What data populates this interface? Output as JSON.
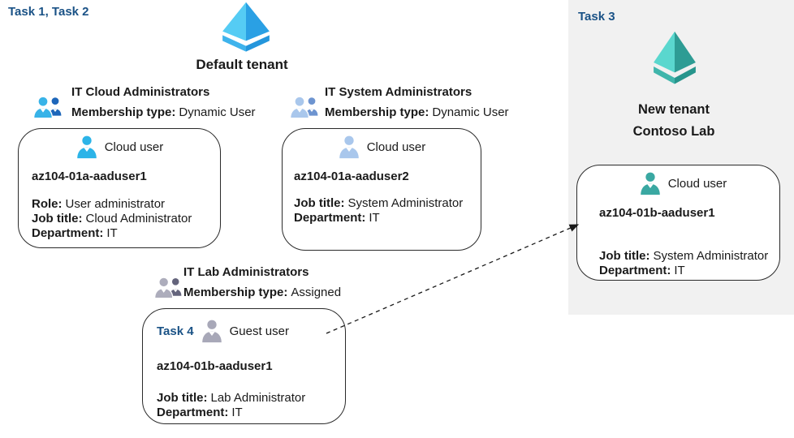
{
  "colors": {
    "text": "#1a1a1a",
    "task-blue": "#1a5286",
    "panel-bg": "#f1f1f1",
    "card-border": "#2a2a2a",
    "arrow": "#1a1a1a",
    "tenant-blue-left": "#55ccf4",
    "tenant-blue-right": "#2aa0e4",
    "tenant-blue-rim-l": "#3eb3ec",
    "tenant-blue-rim-r": "#2496dc",
    "tenant-teal-left": "#5ad7ce",
    "tenant-teal-right": "#2e9c94",
    "tenant-teal-rim-l": "#40b5ab",
    "tenant-teal-rim-r": "#27958c",
    "group-cloud-front": "#38b3e8",
    "group-cloud-back": "#1d66ba",
    "group-system-front": "#a9c7ec",
    "group-system-back": "#6d94d0",
    "group-lab-front": "#adadbc",
    "group-lab-back": "#64647c",
    "user-cloud1": "#2cb4e8",
    "user-cloud2": "#a9c7ec",
    "user-guest": "#a8a8b8",
    "user-teal": "#3aa8a2"
  },
  "icons": {
    "tenant_blue": "azure-tenant-diamond-blue",
    "tenant_teal": "azure-tenant-diamond-teal",
    "group": "two-person-group",
    "user": "single-person-silhouette",
    "arrow": "dashed-arrow-guest-invitation"
  },
  "left": {
    "task_label": "Task 1, Task 2",
    "tenant_title": "Default tenant",
    "groups": [
      {
        "name": "IT Cloud Administrators",
        "membership_label": "Membership type:",
        "membership_value": "Dynamic User"
      },
      {
        "name": "IT System Administrators",
        "membership_label": "Membership type:",
        "membership_value": "Dynamic User"
      },
      {
        "name": "IT Lab Administrators",
        "membership_label": "Membership type:",
        "membership_value": "Assigned"
      }
    ],
    "cards": [
      {
        "user_type": "Cloud user",
        "name": "az104-01a-aaduser1",
        "attrs": [
          {
            "label": "Role:",
            "value": "User administrator"
          },
          {
            "label": "Job title:",
            "value": "Cloud Administrator"
          },
          {
            "label": "Department:",
            "value": "IT"
          }
        ]
      },
      {
        "user_type": "Cloud user",
        "name": "az104-01a-aaduser2",
        "attrs": [
          {
            "label": "Job title:",
            "value": "System Administrator"
          },
          {
            "label": "Department:",
            "value": "IT"
          }
        ]
      },
      {
        "task_label": "Task 4",
        "user_type": "Guest user",
        "name": "az104-01b-aaduser1",
        "attrs": [
          {
            "label": "Job title:",
            "value": "Lab Administrator"
          },
          {
            "label": "Department:",
            "value": "IT"
          }
        ]
      }
    ]
  },
  "right": {
    "task_label": "Task 3",
    "tenant_title_line1": "New tenant",
    "tenant_title_line2": "Contoso Lab",
    "card": {
      "user_type": "Cloud user",
      "name": "az104-01b-aaduser1",
      "attrs": [
        {
          "label": "Job title:",
          "value": "System Administrator"
        },
        {
          "label": "Department:",
          "value": "IT"
        }
      ]
    }
  }
}
